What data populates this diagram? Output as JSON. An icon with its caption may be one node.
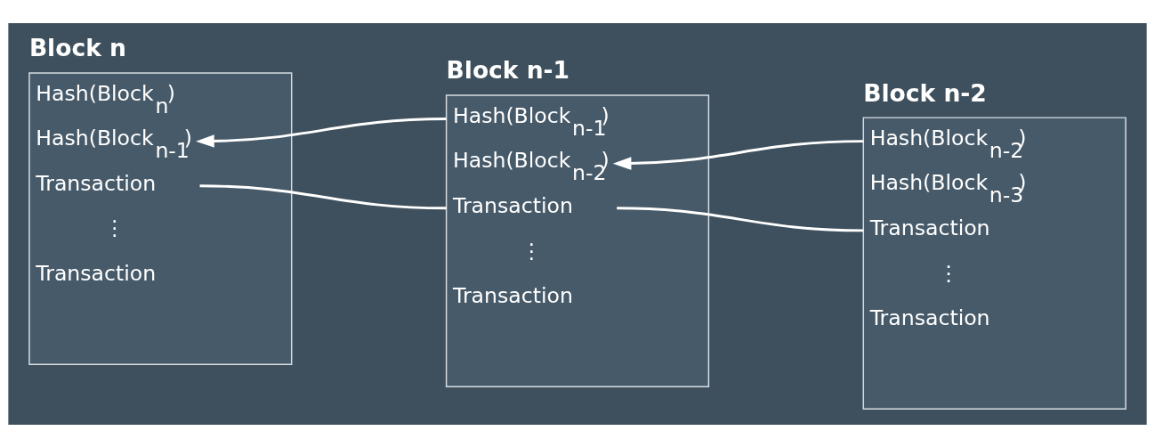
{
  "diagram": {
    "nodes": [
      {
        "text": [
          "Block n",
          "Hash(Block$_{n}$)",
          "Hash(Block$_{n-1}$)",
          "Transaction",
          "⋮",
          "Transaction"
        ]
      },
      {
        "text": [
          "Block n-1",
          "Hash(Block$_{n-1}$)",
          "Hash(Block$_{n-2}$)",
          "Transaction",
          "⋮",
          "Transaction"
        ]
      },
      {
        "text": [
          "Block n-2",
          "Hash(Block$_{n-2}$)",
          "Hash(Block$_{n-3}$)",
          "Transaction",
          "⋮",
          "Transaction"
        ]
      }
    ],
    "edges": [
      {
        "from": 1,
        "to": 0,
        "arrow": "to"
      },
      {
        "from": 1,
        "to": 0,
        "arrow": "none"
      },
      {
        "from": 2,
        "to": 1,
        "arrow": "to"
      },
      {
        "from": 2,
        "to": 1,
        "arrow": "none"
      }
    ]
  }
}
